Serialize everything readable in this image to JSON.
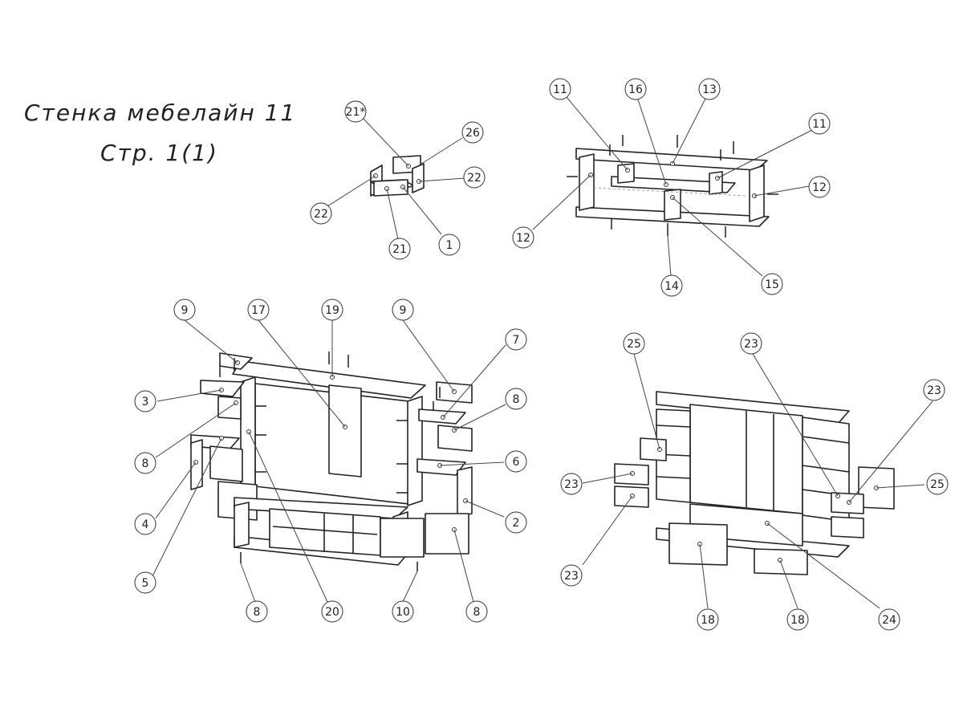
{
  "title": {
    "line1": "Стенка мебелайн 11",
    "line2": "Стр. 1(1)"
  },
  "assemblies": [
    {
      "id": "drawer-box",
      "callouts": [
        "21*",
        "26",
        "22",
        "22",
        "21",
        "1"
      ]
    },
    {
      "id": "top-shelf-unit",
      "callouts": [
        "11",
        "16",
        "13",
        "11",
        "12",
        "12",
        "14",
        "15"
      ]
    },
    {
      "id": "main-unit-exploded",
      "callouts": [
        "9",
        "17",
        "19",
        "9",
        "7",
        "3",
        "8",
        "8",
        "6",
        "4",
        "2",
        "5",
        "8",
        "20",
        "10",
        "8"
      ]
    },
    {
      "id": "assembled-unit-with-fronts",
      "callouts": [
        "25",
        "23",
        "23",
        "23",
        "25",
        "23",
        "18",
        "18",
        "24"
      ]
    }
  ]
}
